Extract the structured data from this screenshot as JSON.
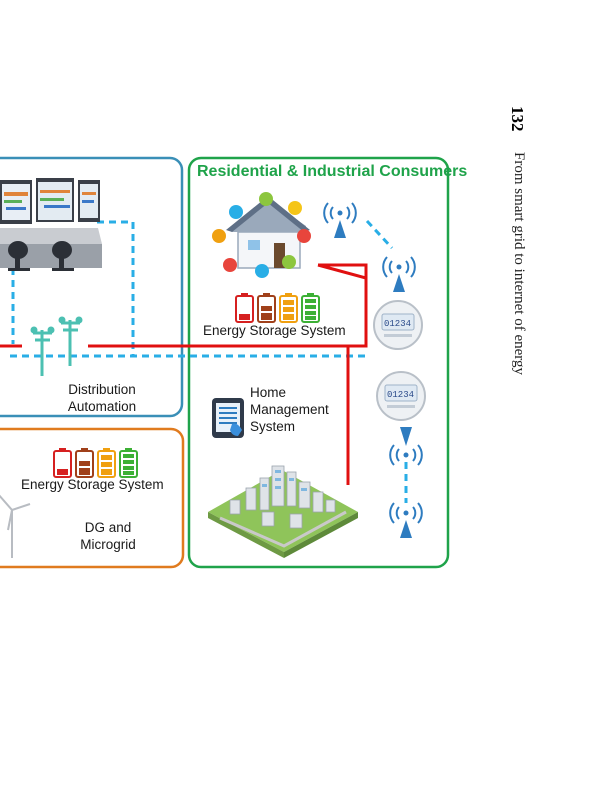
{
  "page": {
    "number": "132",
    "running_head": "From smart grid to internet of energy"
  },
  "panels": {
    "residential": {
      "title": "Residential & Industrial Consumers"
    },
    "distribution": {
      "label_line1": "Distribution",
      "label_line2": "Automation"
    },
    "dg": {
      "label_line1": "DG and",
      "label_line2": "Microgrid"
    }
  },
  "labels": {
    "ess_residential": "Energy Storage System",
    "ess_dg": "Energy Storage System",
    "hms_line1": "Home",
    "hms_line2": "Management",
    "hms_line3": "System"
  },
  "meters": {
    "reading": "01234"
  },
  "colors": {
    "residential_border": "#1fa34a",
    "distribution_border": "#3a8fb7",
    "dg_border": "#e07b1f",
    "power_line": "#e01010",
    "comm_line": "#29aee6",
    "battery_red": "#d62020",
    "battery_brown": "#a0401a",
    "battery_orange": "#f0a010",
    "battery_green": "#3cb035"
  }
}
